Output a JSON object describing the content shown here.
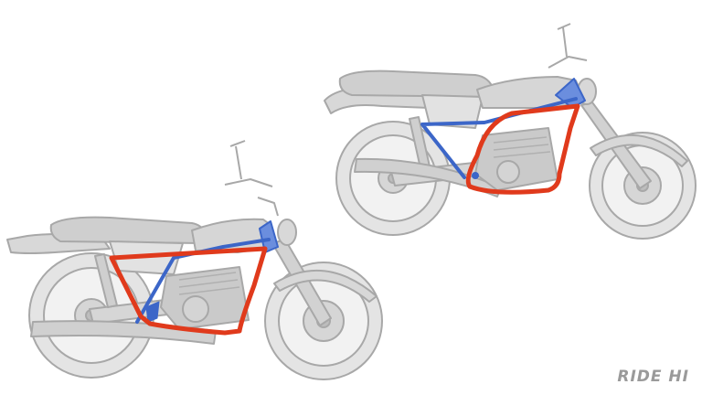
{
  "brand": {
    "text": "RIDE HI"
  },
  "colors": {
    "bike_fill": "#dedede",
    "bike_stroke": "#a8a8a8",
    "frame_red": "#e03a1c",
    "frame_blue": "#3c66c8",
    "brand_text": "#9a9a9a"
  },
  "bikes": [
    {
      "name": "front-motorcycle",
      "frame_outline": "red",
      "frame_tube": "blue"
    },
    {
      "name": "rear-motorcycle",
      "frame_outline": "red",
      "frame_tube": "blue"
    }
  ]
}
